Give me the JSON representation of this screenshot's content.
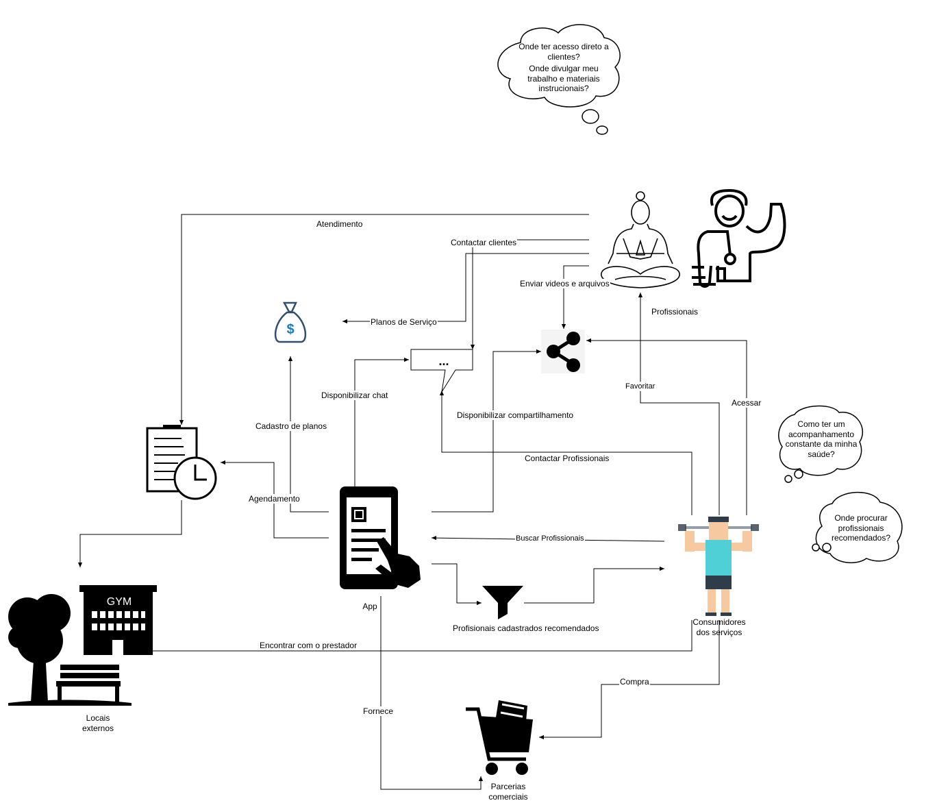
{
  "nodes": {
    "app": "App",
    "profissionais": "Profissionais",
    "consumidores": "Consumidores\ndos serviços",
    "locais": "Locais\nexternos",
    "parcerias": "Parcerias\ncomerciais",
    "gym_sign": "GYM",
    "chat_dots": "..."
  },
  "edges": {
    "atendimento": "Atendimento",
    "contactar_clientes": "Contactar clientes",
    "enviar_videos": "Enviar videos e arquivos",
    "planos_servico": "Planos de Serviço",
    "disponibilizar_chat": "Disponibilizar chat",
    "cadastro_planos": "Cadastro de planos",
    "disponibilizar_compartilhamento": "Disponibilizar compartilhamento",
    "contactar_profissionais": "Contactar Profissionais",
    "agendamento": "Agendamento",
    "buscar_profissionais": "Buscar Profissionais",
    "recomendados": "Profisionais cadastrados recomendados",
    "encontrar": "Encontrar com o prestador",
    "favoritar": "Favoritar",
    "acessar": "Acessar",
    "compra": "Compra",
    "fornece": "Fornece"
  },
  "thoughts": {
    "profissionais": [
      "Onde ter acesso direto a clientes?",
      "Onde divulgar meu trabalho e materiais instrucionais?"
    ],
    "consumidor_1": [
      "Como ter um acompanhamento constante da minha saúde?"
    ],
    "consumidor_2": [
      "Onde procurar profissionais recomendados?"
    ]
  },
  "colors": {
    "line": "#000000",
    "money_icon": "#2f4f6f",
    "dollar": "#1a7bbf",
    "skin": "#f6c9a0",
    "shirt": "#4fcfd6",
    "shorts": "#2f3c4a"
  }
}
